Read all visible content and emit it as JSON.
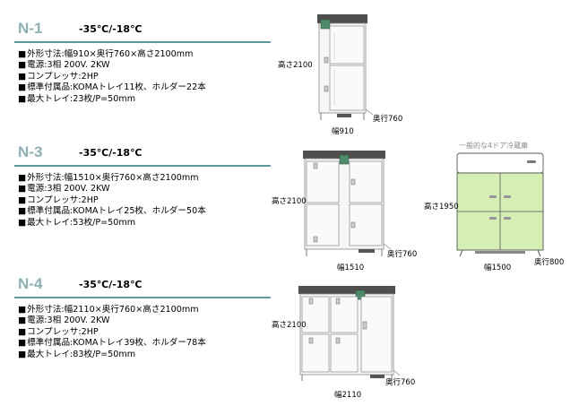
{
  "models": [
    {
      "name": "N-1",
      "temp": "-35℃/-18℃",
      "specs": [
        "外形寸法:幅910×奥行760×高さ2100mm",
        "電源:3相 200V. 2KW",
        "コンプレッサ:2HP",
        "標準付属品:KOMAトレイ11枚、ホルダー22本",
        "最大トレイ:23枚/P=50mm"
      ],
      "dims": {
        "height": "高さ2100",
        "width": "幅910",
        "depth": "奥行760"
      }
    },
    {
      "name": "N-3",
      "temp": "-35℃/-18℃",
      "specs": [
        "外形寸法:幅1510×奥行760×高さ2100mm",
        "電源:3相 200V. 2KW",
        "コンプレッサ:2HP",
        "標準付属品:KOMAトレイ25枚、ホルダー50本",
        "最大トレイ:53枚/P=50mm"
      ],
      "dims": {
        "height": "高さ2100",
        "width": "幅1510",
        "depth": "奥行760"
      }
    },
    {
      "name": "N-4",
      "temp": "-35℃/-18℃",
      "specs": [
        "外形寸法:幅2110×奥行760×高さ2100mm",
        "電源:3相 200V. 2KW",
        "コンプレッサ:2HP",
        "標準付属品:KOMAトレイ39枚、ホルダー78本",
        "最大トレイ:83枚/P=50mm"
      ],
      "dims": {
        "height": "高さ2100",
        "width": "幅2110",
        "depth": "奥行760"
      }
    }
  ],
  "comparison": {
    "caption": "一般的な4ドア冷蔵庫",
    "dims": {
      "height": "高さ1950",
      "width": "幅1500",
      "depth": "奥行800"
    }
  },
  "colors": {
    "model_name": "#8fb0b2",
    "rule": "#5f9a9c",
    "fridge_green": "#d4eeb4",
    "panel_green": "#4e8b6a"
  }
}
